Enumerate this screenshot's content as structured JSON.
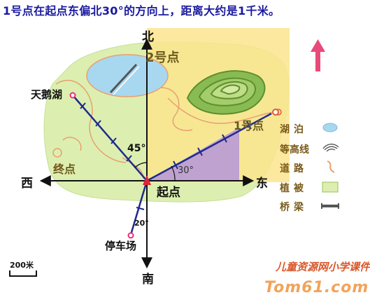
{
  "caption": "1号点在起点东偏北30°的方向上，距离大约是1千米。",
  "directions": {
    "north": "北",
    "south": "南",
    "east": "东",
    "west": "西"
  },
  "places": {
    "start": "起点",
    "end": "终点",
    "point1": "1号点",
    "point2": "2号点",
    "swan_lake": "天鹅湖",
    "parking": "停车场"
  },
  "angles": {
    "point1": "30°",
    "swan_lake": "45°",
    "parking": "20°"
  },
  "scale_label": "200米",
  "legend": [
    {
      "label": "湖泊",
      "icon": "lake-swatch-icon"
    },
    {
      "label": "等高线",
      "icon": "contour-swatch-icon"
    },
    {
      "label": "道路",
      "icon": "road-swatch-icon"
    },
    {
      "label": "植被",
      "icon": "vegetation-swatch-icon"
    },
    {
      "label": "桥梁",
      "icon": "bridge-swatch-icon"
    }
  ],
  "watermark": {
    "line1": "儿童资源网小学课件",
    "line2": "Tom61.com"
  },
  "colors": {
    "vegetation": "#dcefb0",
    "highlight_yellow": "#fbe58e",
    "sector_purple": "#b89ad6",
    "lake": "#a8d8f0",
    "road": "#e8a070",
    "contour": "#6b9a3a",
    "ray": "#1f2a8c",
    "north_arrow": "#e84a7a",
    "caption": "#1a1aa0"
  }
}
